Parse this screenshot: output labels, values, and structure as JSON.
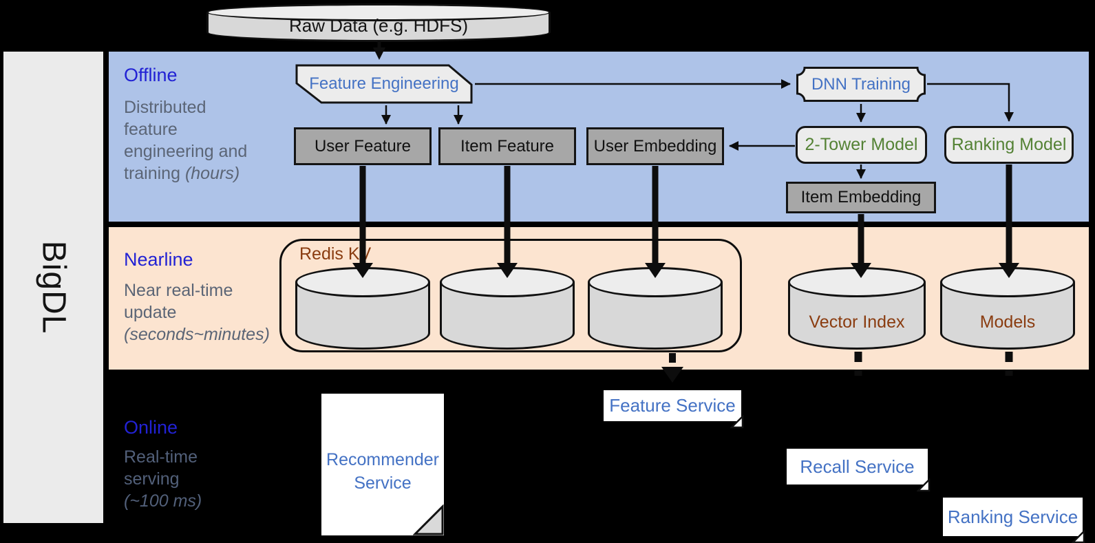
{
  "brand": {
    "label": "BigDL"
  },
  "raw_data": {
    "label": "Raw Data (e.g. HDFS)"
  },
  "offline": {
    "title": "Offline",
    "desc": {
      "line1": "Distributed",
      "line2": "feature",
      "line3": "engineering and",
      "line4": "training ",
      "line4_italic": "(hours)"
    },
    "feature_engineering": "Feature Engineering",
    "dnn_training": "DNN Training",
    "user_feature": "User Feature",
    "item_feature": "Item Feature",
    "user_embedding": "User Embedding",
    "two_tower_model": "2-Tower Model",
    "ranking_model": "Ranking Model",
    "item_embedding": "Item Embedding"
  },
  "nearline": {
    "title": "Nearline",
    "desc": {
      "line1": "Near real-time",
      "line2": "update",
      "line3_italic": "(seconds~minutes)"
    },
    "redis_kv": "Redis KV",
    "vector_index": "Vector Index",
    "models": "Models"
  },
  "online": {
    "title": "Online",
    "desc": {
      "line1": "Real-time",
      "line2": "serving",
      "line3_italic": "(~100 ms)"
    },
    "recommender_service": "Recommender Service",
    "feature_service": "Feature Service",
    "recall_service": "Recall Service",
    "ranking_service": "Ranking Service"
  },
  "colors": {
    "background": "#000000",
    "offline_band": "#aec3e8",
    "nearline_band": "#fce4d0",
    "sidebar": "#ebebeb",
    "section_title_blue": "#2222d4",
    "desc_gray": "#5b6576",
    "node_text_blue": "#4472c4",
    "node_text_green": "#548235",
    "store_text_brown": "#8a3c10",
    "dark_box": "#a7a7a7",
    "light_box": "#ececec",
    "service_bg": "#ffffff"
  }
}
